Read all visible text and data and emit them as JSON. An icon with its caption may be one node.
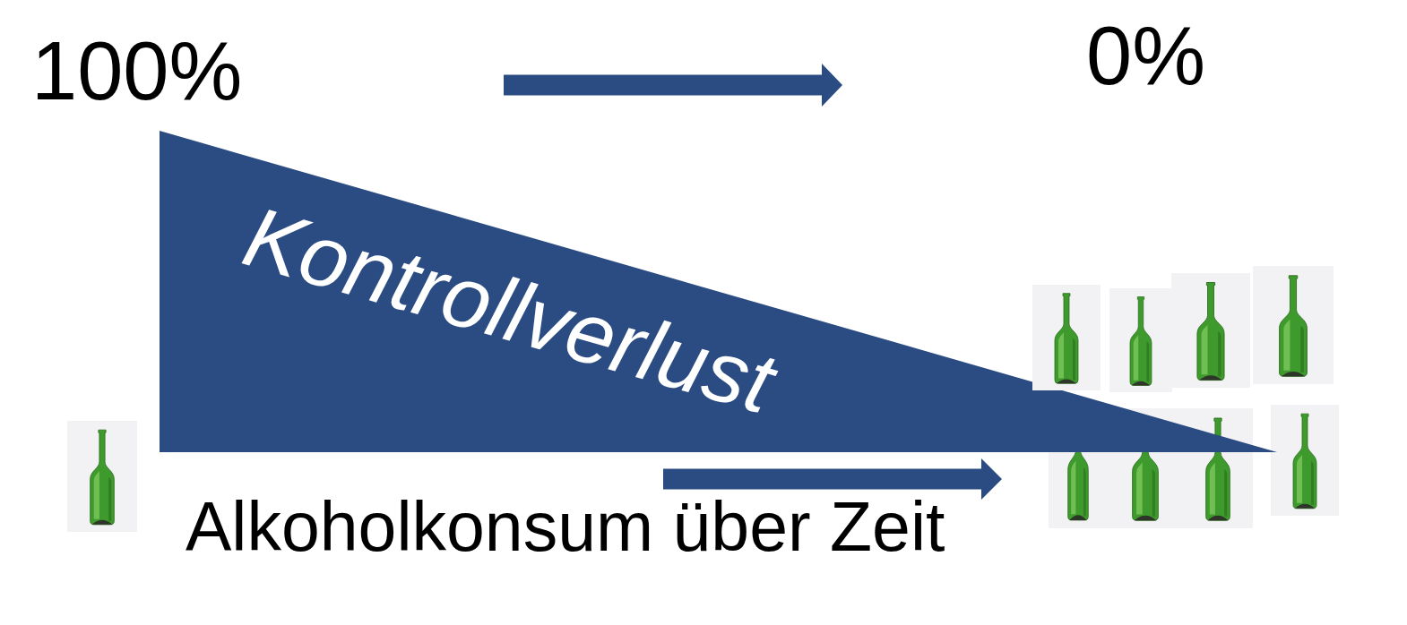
{
  "diagram": {
    "nodes": [
      {
        "text": [
          "Kontrollverlust"
        ]
      }
    ],
    "labels": [
      "100%",
      "0%",
      "Alkoholkonsum über Zeit"
    ]
  }
}
